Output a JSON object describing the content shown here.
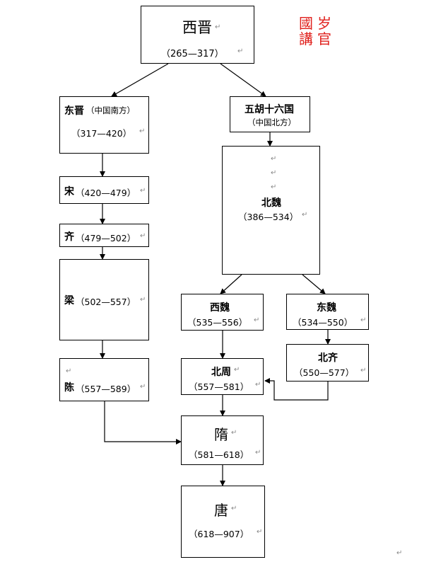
{
  "seal": {
    "col1": "國講",
    "col2": "岁官"
  },
  "ret": "↵",
  "nodes": {
    "xijin": {
      "name": "西晋",
      "years": "（265—317）"
    },
    "dongjin": {
      "name": "东晋",
      "note": "（中国南方）",
      "years": "（317—420）"
    },
    "wuhu": {
      "name": "五胡十六国",
      "note": "（中国北方）"
    },
    "song": {
      "name": "宋",
      "years": "（420—479）"
    },
    "qi": {
      "name": "齐",
      "years": "（479—502）"
    },
    "beiwei": {
      "name": "北魏",
      "years": "（386—534）"
    },
    "liang": {
      "name": "梁",
      "years": "（502—557）"
    },
    "xiwei": {
      "name": "西魏",
      "years": "（535—556）"
    },
    "dongwei": {
      "name": "东魏",
      "years": "（534—550）"
    },
    "beiqi": {
      "name": "北齐",
      "years": "（550—577）"
    },
    "chen": {
      "name": "陈",
      "years": "（557—589）"
    },
    "beizhou": {
      "name": "北周",
      "years": "（557—581）"
    },
    "sui": {
      "name": "隋",
      "years": "（581—618）"
    },
    "tang": {
      "name": "唐",
      "years": "（618—907）"
    }
  }
}
